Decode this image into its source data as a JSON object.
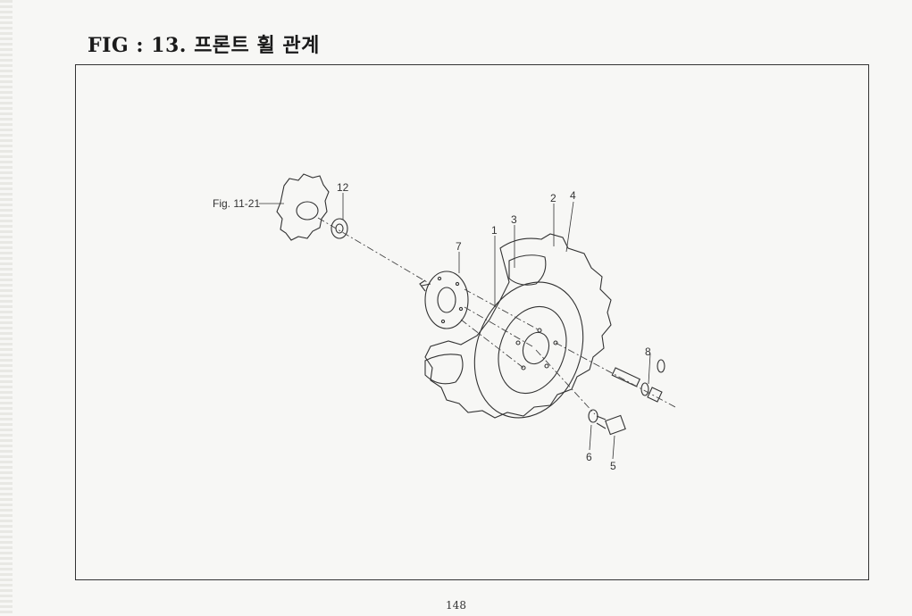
{
  "figure": {
    "title": "FIG : 13. 프론트 휠 관계"
  },
  "callouts": {
    "ref": "Fig. 11-21",
    "p1": "1",
    "p2": "2",
    "p3": "3",
    "p4": "4",
    "p5": "5",
    "p6": "6",
    "p7": "7",
    "p8": "8",
    "p12": "12"
  },
  "page": {
    "number": "148"
  }
}
